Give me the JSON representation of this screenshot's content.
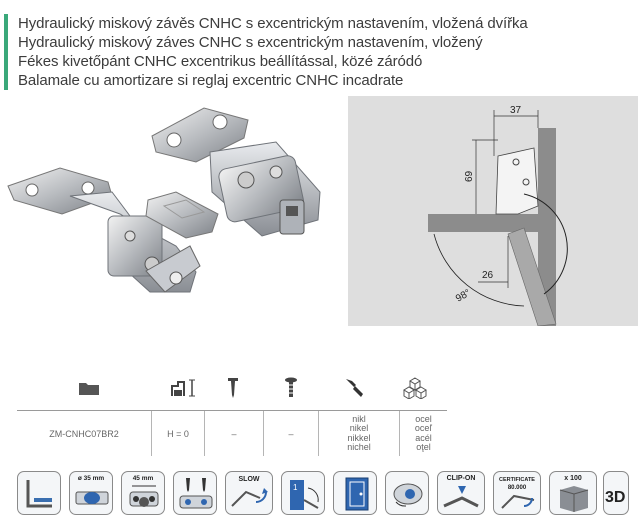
{
  "titles": [
    "Hydraulický miskový závěs CNHC s excentrickým nastavením, vložená dvířka",
    "Hydraulický miskový záves CNHC s excentrickým nastavením, vložený",
    "Fékes kivetőpánt CNHC excentrikus beállítással, közé záródó",
    "Balamale cu amortizare si reglaj excentric CNHC incadrate"
  ],
  "drawing": {
    "dim_top": "37",
    "dim_side": "69",
    "dim_bottom": "26",
    "dim_angle": "98°"
  },
  "spec": {
    "icons": [
      "folder-icon",
      "hinge-height-icon",
      "wood-screw-icon",
      "euro-screw-icon",
      "paint-brush-icon",
      "cubes-icon"
    ],
    "code": "ZM-CNHC07BR2",
    "height": "H = 0",
    "wood_screw": "–",
    "euro_screw": "–",
    "finish": [
      "nikl",
      "nikel",
      "nikkel",
      "nichel"
    ],
    "material": [
      "ocel",
      "oceľ",
      "acél",
      "oţel"
    ]
  },
  "features": {
    "cup_diameter": "ø 35 mm",
    "hole_distance": "45 mm",
    "slow": "SLOW",
    "slow_number": "1",
    "clip_on": "CLIP-ON",
    "certificate": "CERTIFICATE",
    "certificate_cycles": "80.000",
    "pack_quantity": "x 100",
    "three_d": "3D",
    "icons": [
      "inset-door-icon",
      "cup-35mm-icon",
      "hole-spacing-icon",
      "screw-fixing-icon",
      "slow-close-icon",
      "soft-close-door-icon",
      "mounting-plate-icon",
      "cabinet-door-icon",
      "eccentric-cam-icon",
      "clip-on-icon",
      "certificate-icon",
      "box-100-icon",
      "3d-model-icon"
    ]
  }
}
